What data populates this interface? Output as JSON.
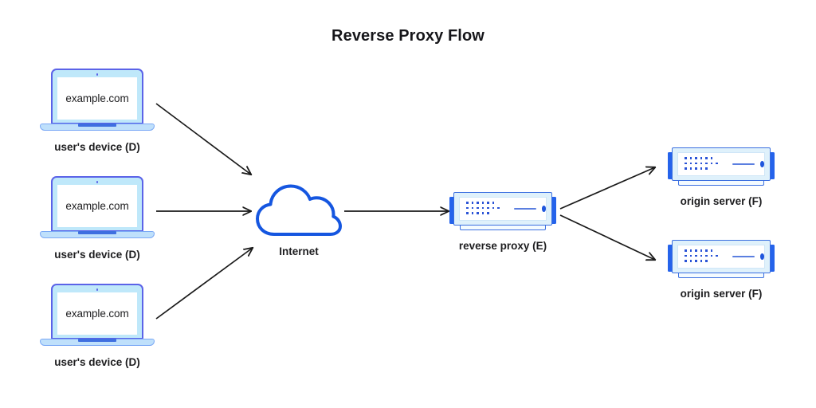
{
  "diagram": {
    "title": "Reverse Proxy Flow",
    "colors": {
      "arrow": "#1a1a1a",
      "cloud_stroke": "#1556e0",
      "server_accent": "#2563eb",
      "laptop_border": "#5b63e8",
      "laptop_bezel": "#bfe8fa",
      "text": "#1d1d1f",
      "background": "#ffffff"
    },
    "clients": [
      {
        "screen_text": "example.com",
        "label": "user's device (D)"
      },
      {
        "screen_text": "example.com",
        "label": "user's device (D)"
      },
      {
        "screen_text": "example.com",
        "label": "user's device (D)"
      }
    ],
    "internet": {
      "label": "Internet",
      "icon": "cloud-icon"
    },
    "proxy": {
      "label": "reverse proxy (E)",
      "icon": "server-icon"
    },
    "origins": [
      {
        "label": "origin server (F)",
        "icon": "server-icon"
      },
      {
        "label": "origin server (F)",
        "icon": "server-icon"
      }
    ],
    "flows": [
      {
        "from": "user's device (D)",
        "to": "Internet"
      },
      {
        "from": "user's device (D)",
        "to": "Internet"
      },
      {
        "from": "user's device (D)",
        "to": "Internet"
      },
      {
        "from": "Internet",
        "to": "reverse proxy (E)"
      },
      {
        "from": "reverse proxy (E)",
        "to": "origin server (F)"
      },
      {
        "from": "reverse proxy (E)",
        "to": "origin server (F)"
      }
    ]
  }
}
